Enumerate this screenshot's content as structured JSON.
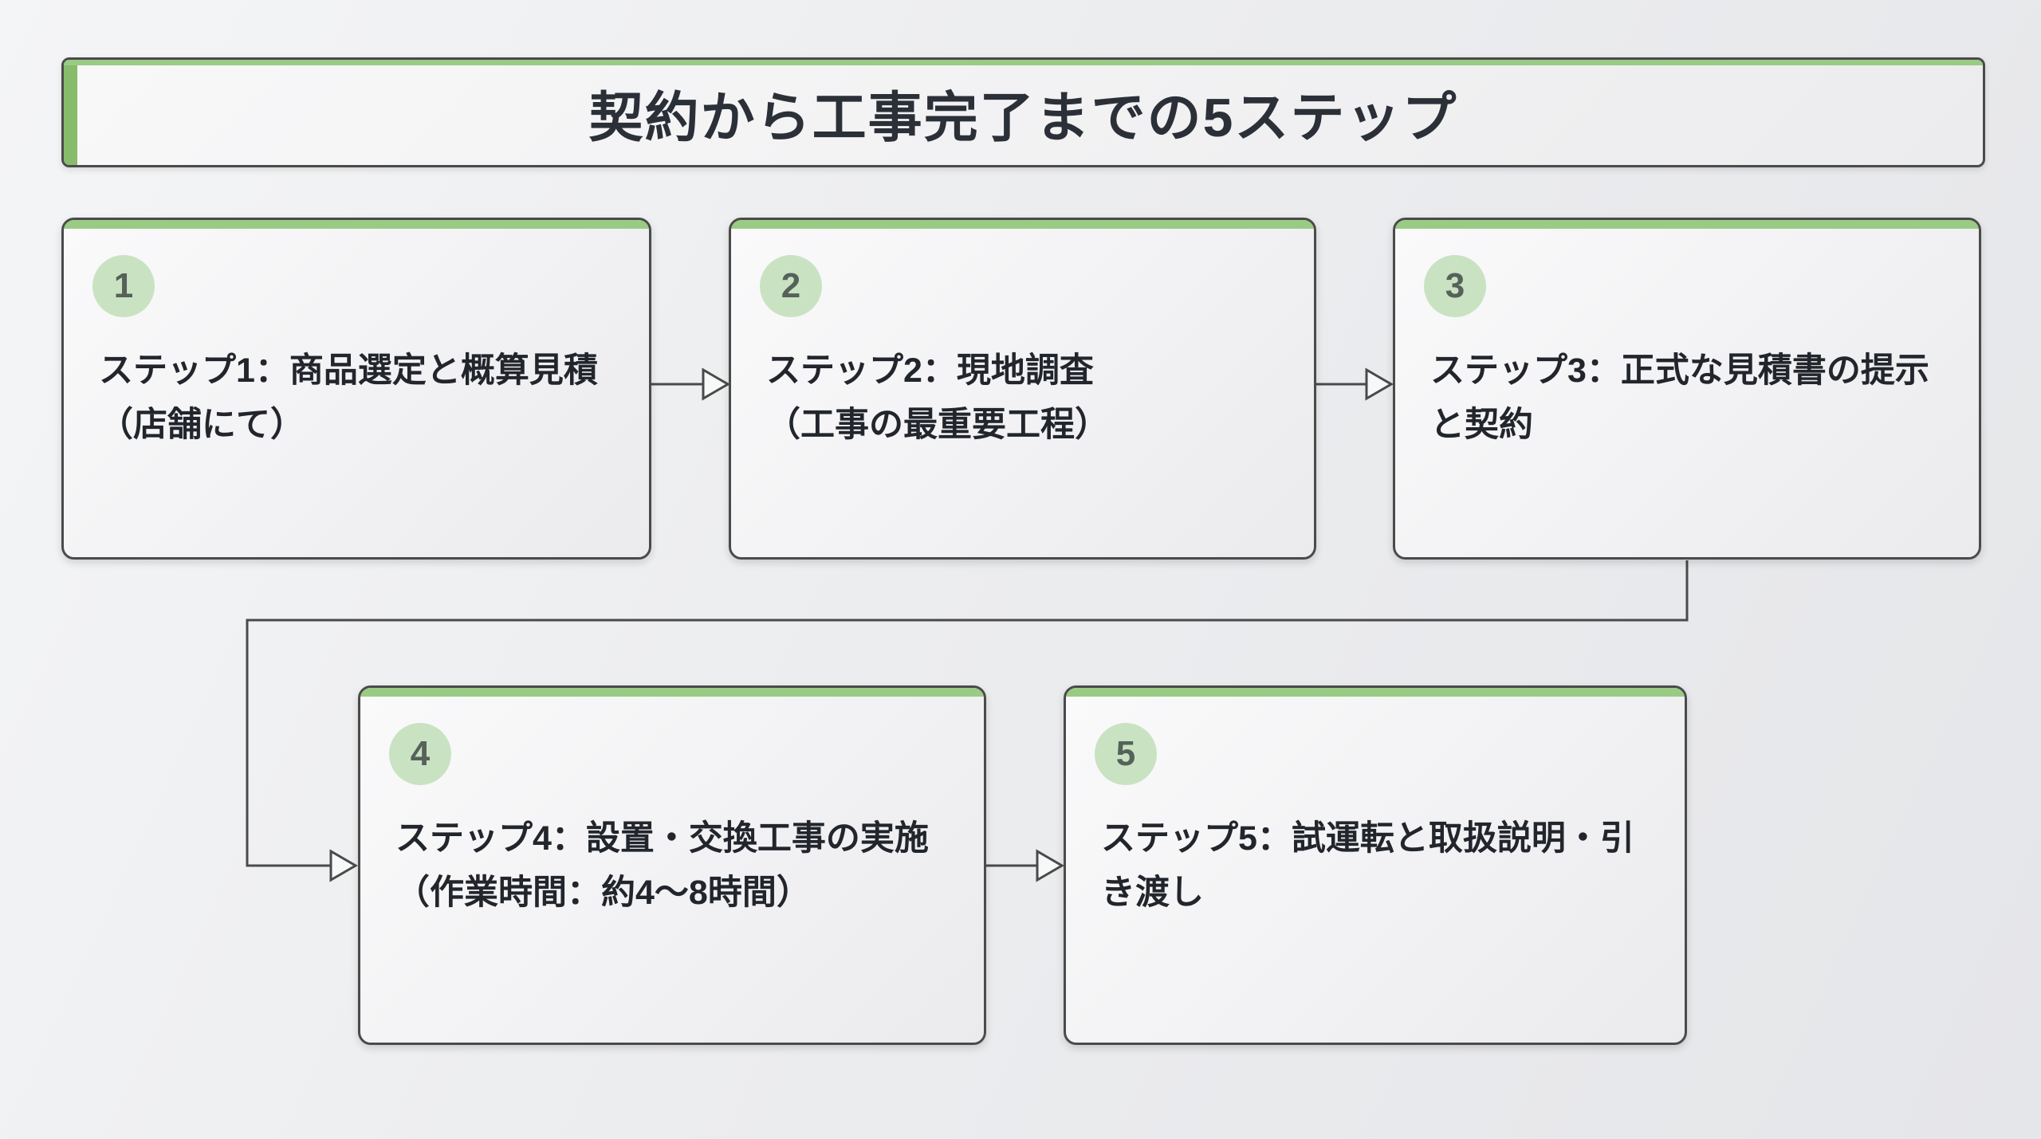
{
  "title": "契約から工事完了までの5ステップ",
  "steps": [
    {
      "number": "1",
      "label": "ステップ1：商品選定と概算見積\n（店舗にて）"
    },
    {
      "number": "2",
      "label": "ステップ2：現地調査\n（工事の最重要工程）"
    },
    {
      "number": "3",
      "label": "ステップ3：正式な見積書の提示\nと契約"
    },
    {
      "number": "4",
      "label": "ステップ4：設置・交換工事の実施\n（作業時間：約4〜8時間）"
    },
    {
      "number": "5",
      "label": "ステップ5：試運転と取扱説明・引\nき渡し"
    }
  ],
  "colors": {
    "accent_green": "#9acb84",
    "accent_green_dark": "#86bc6c",
    "badge_green": "#c9e3c2",
    "border": "#4a4a4a",
    "text": "#2b3038",
    "background": "#ecedef"
  }
}
